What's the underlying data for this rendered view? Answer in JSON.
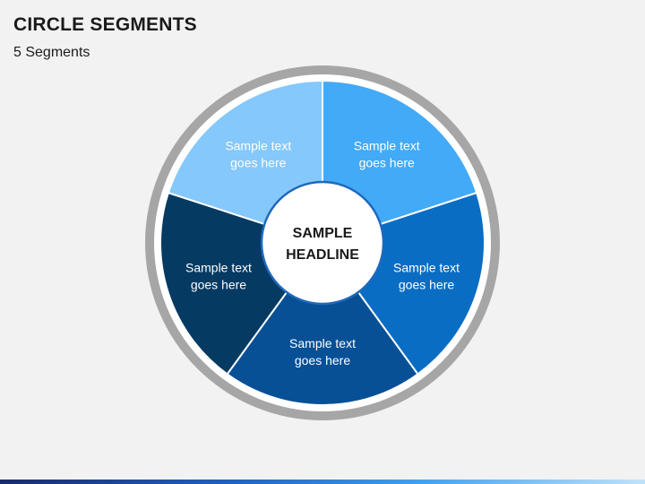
{
  "title": "CIRCLE SEGMENTS",
  "subtitle": "5 Segments",
  "center": {
    "line1": "SAMPLE",
    "line2": "HEADLINE"
  },
  "segments": [
    {
      "line1": "Sample text",
      "line2": "goes here",
      "color": "#42aaf7"
    },
    {
      "line1": "Sample text",
      "line2": "goes here",
      "color": "#0a6dc4"
    },
    {
      "line1": "Sample text",
      "line2": "goes here",
      "color": "#075096"
    },
    {
      "line1": "Sample text",
      "line2": "goes here",
      "color": "#053a63"
    },
    {
      "line1": "Sample text",
      "line2": "goes here",
      "color": "#85c8fb"
    }
  ],
  "colors": {
    "ring": "#a6a6a6",
    "center_fill": "#ffffff",
    "center_stroke": "#1f68bd"
  }
}
